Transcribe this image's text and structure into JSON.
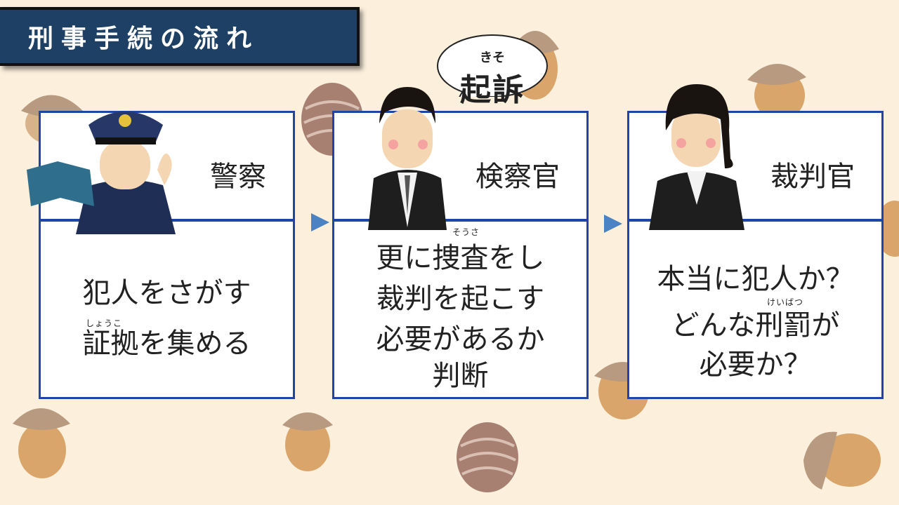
{
  "title": "刑事手続の流れ",
  "bubble": {
    "ruby": "きそ",
    "word": "起訴"
  },
  "panels": [
    {
      "role": "警察",
      "lines": [
        "犯人をさがす",
        "証拠を集める"
      ],
      "ruby": "しょうこ"
    },
    {
      "role": "検察官",
      "lines": [
        "更に捜査をし",
        "裁判を起こす",
        "必要があるか",
        "判断"
      ],
      "ruby": "そうさ"
    },
    {
      "role": "裁判官",
      "lines": [
        "本当に犯人か？",
        "どんな刑罰が",
        "必要か？"
      ],
      "ruby": "けいばつ"
    }
  ],
  "colors": {
    "title_bg": "#1d4064",
    "panel_border": "#1f45a8",
    "arrow": "#4a82c3",
    "background": "#fcefdc"
  },
  "icons": [
    "acorn-icon",
    "pinecone-icon",
    "police-officer-icon",
    "prosecutor-icon",
    "judge-icon",
    "speech-bubble-icon",
    "arrow-right-icon"
  ]
}
